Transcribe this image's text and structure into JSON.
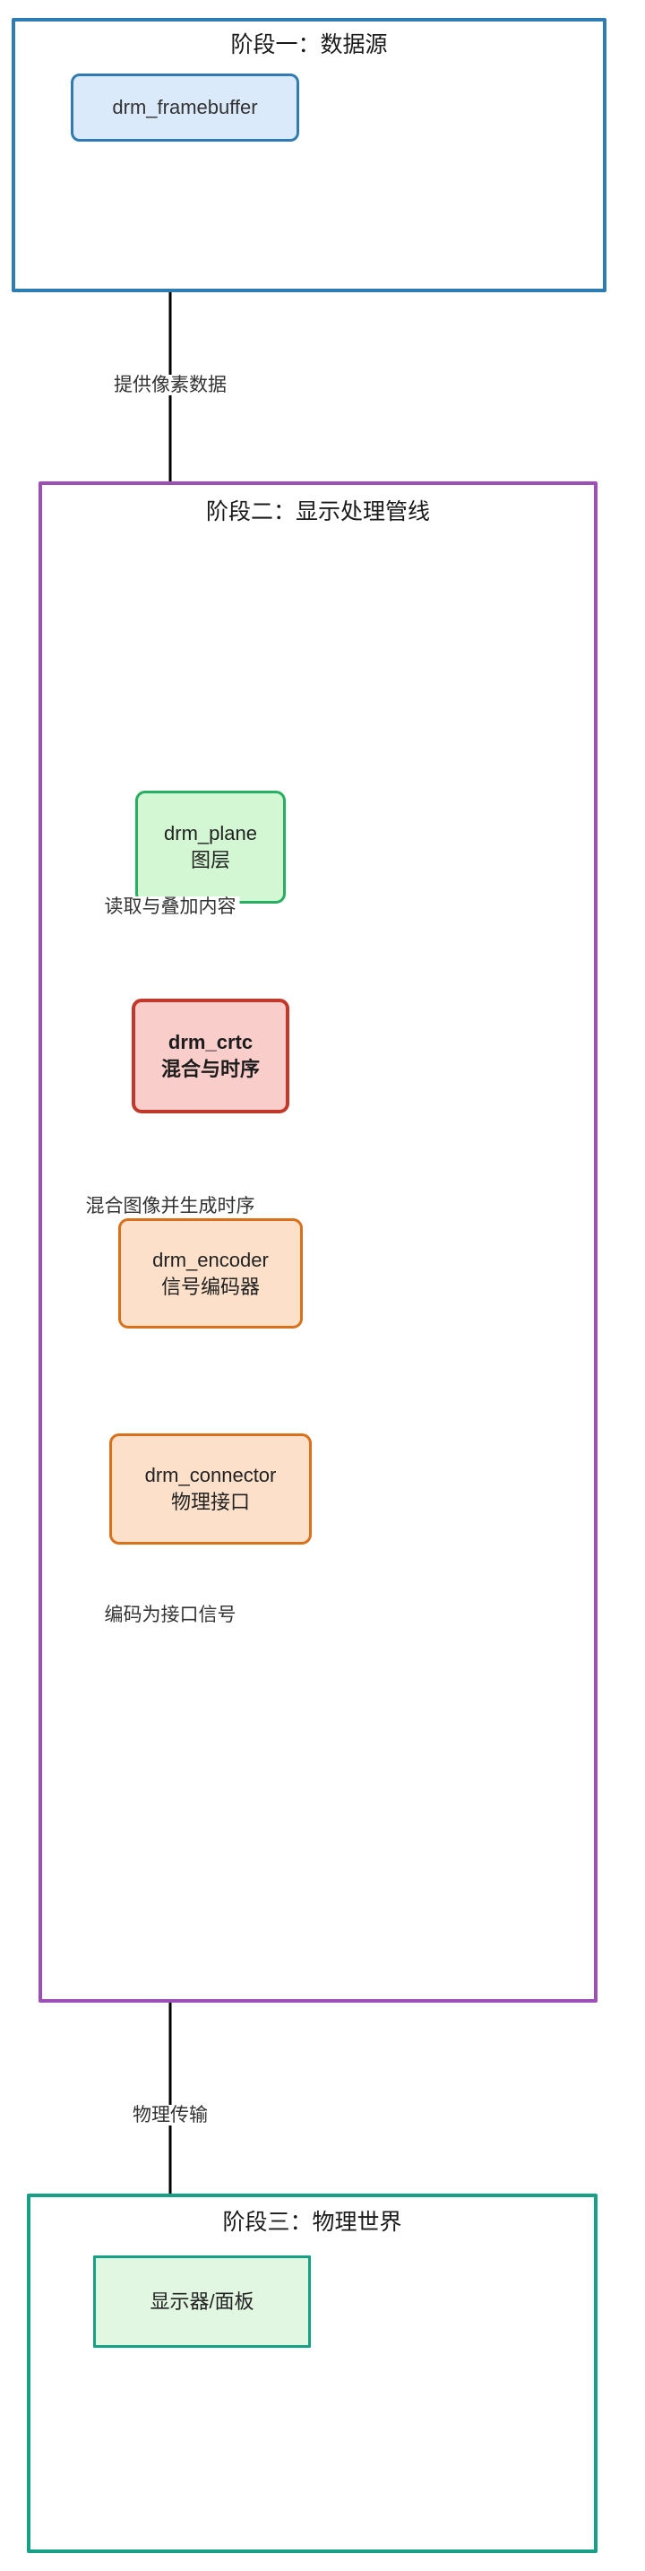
{
  "diagram": {
    "title_stage1": "阶段一：数据源",
    "title_stage2": "阶段二：显示处理管线",
    "title_stage3": "阶段三：物理世界",
    "nodes": {
      "framebuffer": {
        "line1": "drm_framebuffer",
        "line2": ""
      },
      "plane": {
        "line1": "drm_plane",
        "line2": "图层"
      },
      "crtc": {
        "line1": "drm_crtc",
        "line2": "混合与时序"
      },
      "encoder": {
        "line1": "drm_encoder",
        "line2": "信号编码器"
      },
      "connector": {
        "line1": "drm_connector",
        "line2": "物理接口"
      },
      "display": {
        "line1": "显示器/面板",
        "line2": ""
      }
    },
    "edges": {
      "fb_to_plane": "提供像素数据",
      "plane_to_crtc": "读取与叠加内容",
      "crtc_to_encoder": "混合图像并生成时序",
      "encoder_to_connector": "编码为接口信号",
      "connector_to_display": "物理传输"
    },
    "colors": {
      "stage1_border": "#2f7cb5",
      "stage2_border": "#9c4fb5",
      "stage3_border": "#16a085",
      "framebuffer_fill": "#dbeafb",
      "plane_fill": "#d2f7d2",
      "plane_border": "#27ae60",
      "crtc_fill": "#f9cdc9",
      "crtc_border": "#c0392b",
      "encoder_fill": "#fde0ca",
      "encoder_border": "#d9701a",
      "display_fill": "#e2f7e2",
      "edge_line": "#000000"
    }
  }
}
